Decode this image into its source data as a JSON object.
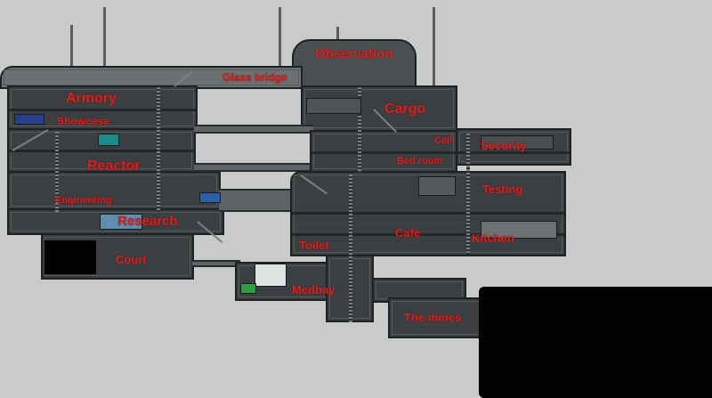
{
  "map": {
    "labels": {
      "observation": "Observation",
      "glass_bridge": "Glass bridge",
      "armory": "Armory",
      "showcase": "Showcase",
      "cargo": "Cargo",
      "cell": "Cell",
      "security": "Security",
      "reactor": "Reactor",
      "bed_room": "Bed room",
      "testing": "Testing",
      "engineering": "Engineering",
      "research": "Research",
      "cafe": "Cafe",
      "toilet": "Toilet",
      "kitchen": "Kitchen",
      "court": "Court",
      "medbay": "Medbay",
      "the_mines": "The mines"
    },
    "colors": {
      "background": "#c9cbcb",
      "hull": "#3b3f41",
      "label": "#e21e1e",
      "void": "#000000"
    }
  }
}
